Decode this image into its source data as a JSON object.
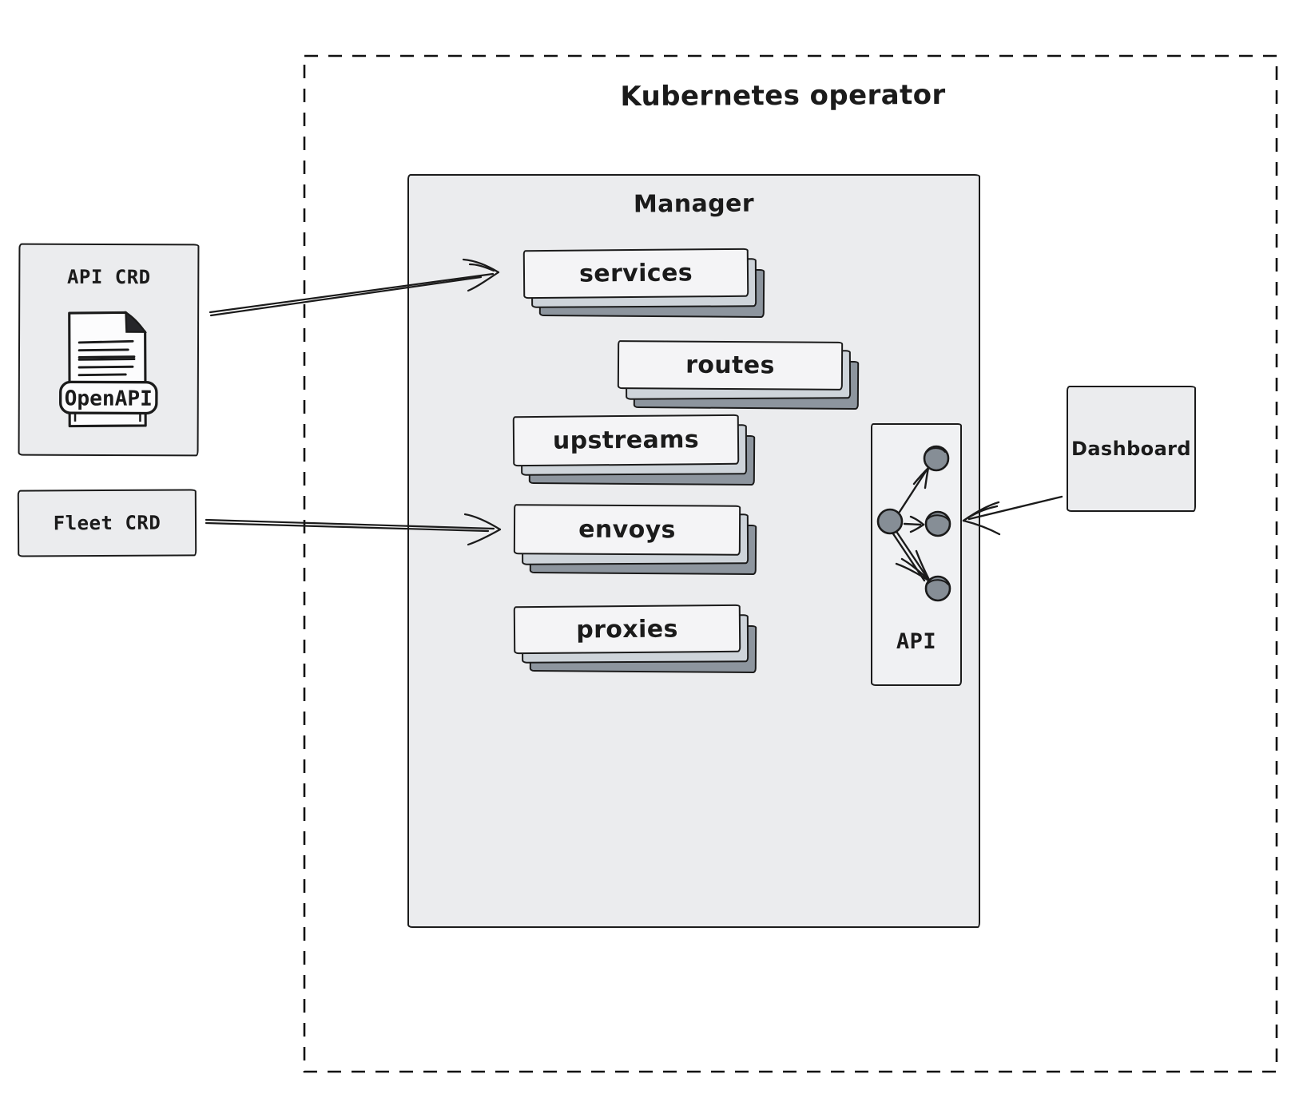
{
  "colors": {
    "stroke": "#1b1b1b",
    "box_fill": "#ebecee",
    "card_top_fill": "#f4f4f6",
    "card_mid_fill": "#ced4da",
    "card_back_fill": "#8d959e",
    "node_fill": "#868e96",
    "api_panel_fill": "#f0f1f3",
    "canvas_bg": "#ffffff"
  },
  "operator": {
    "title": "Kubernetes operator"
  },
  "manager": {
    "label": "Manager",
    "stacks": [
      {
        "label": "services"
      },
      {
        "label": "routes"
      },
      {
        "label": "upstreams"
      },
      {
        "label": "envoys"
      },
      {
        "label": "proxies"
      }
    ]
  },
  "api_panel": {
    "label": "API"
  },
  "sources": {
    "api_crd": {
      "label": "API CRD",
      "doc_label": "OpenAPI"
    },
    "fleet_crd": {
      "label": "Fleet CRD"
    }
  },
  "dashboard": {
    "label": "Dashboard"
  }
}
